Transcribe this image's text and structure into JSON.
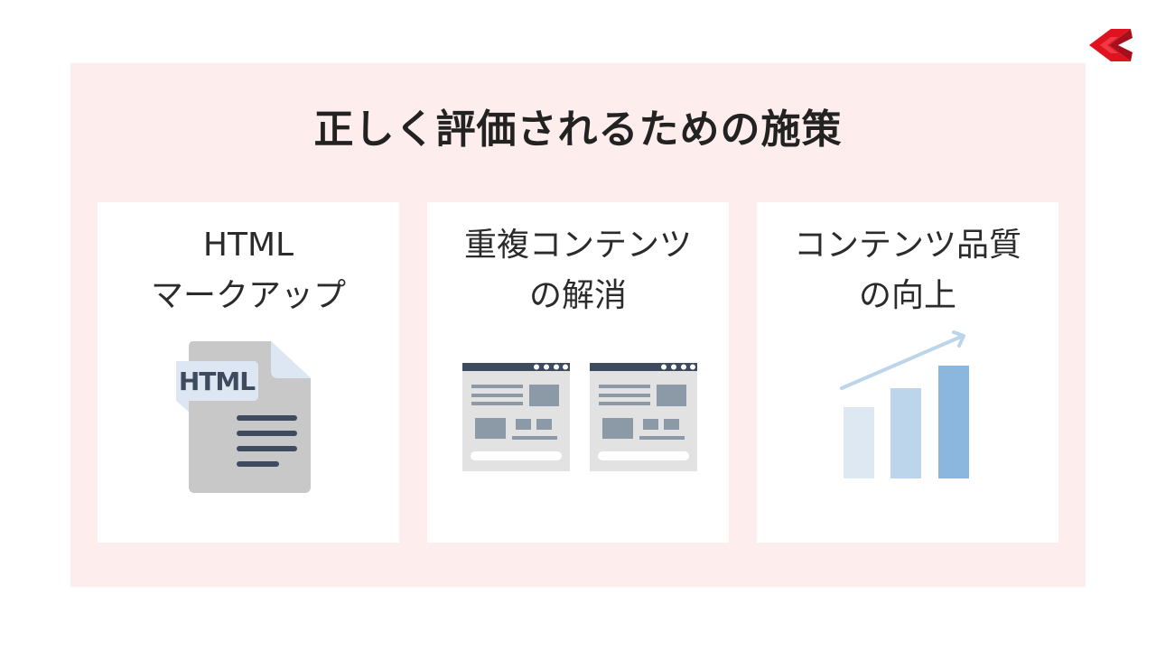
{
  "title": "正しく評価されるための施策",
  "cards": [
    {
      "line1": "HTML",
      "line2": "マークアップ",
      "illustration": "html-file-icon",
      "badge": "HTML"
    },
    {
      "line1": "重複コンテンツ",
      "line2": "の解消",
      "illustration": "duplicate-pages-icon"
    },
    {
      "line1": "コンテンツ品質",
      "line2": "の向上",
      "illustration": "rising-bar-chart-icon"
    }
  ],
  "colors": {
    "panel": "#fdeded",
    "brand_red": "#d7131f",
    "text": "#222222",
    "file_gray": "#c8c8c8",
    "file_label": "#dde7f3",
    "window_bar": "#3e4a5e",
    "bar_light": "#dde8f3",
    "bar_mid": "#bcd5ea",
    "bar_dark": "#8bb7de"
  },
  "logo": "brand-logo-icon"
}
